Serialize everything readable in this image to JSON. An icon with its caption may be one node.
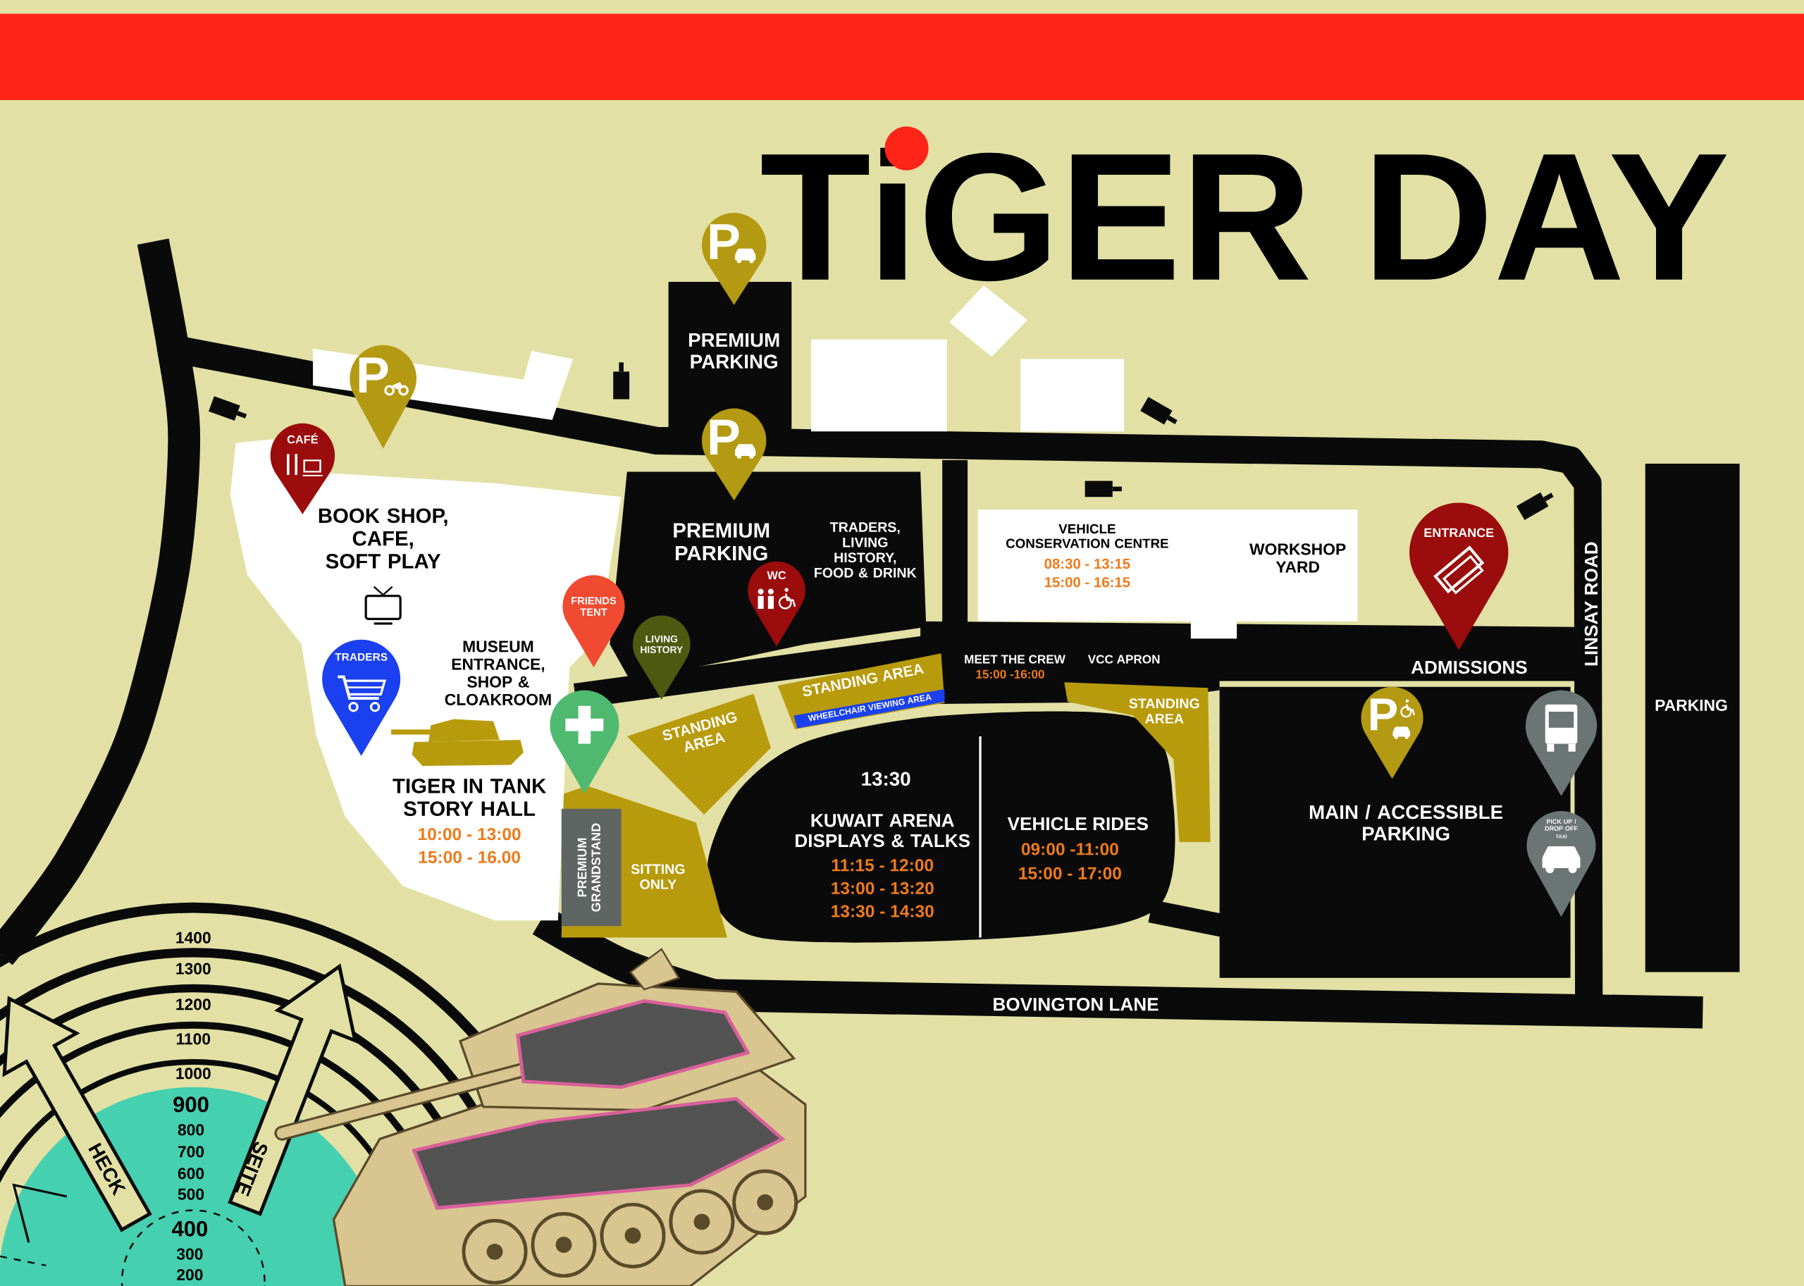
{
  "diagram": {
    "title": "TiGER DAY",
    "nodes": [
      {
        "text": [
          "P"
        ]
      },
      {
        "text": [
          "P"
        ]
      },
      {
        "text": [
          "PREMIUM PARKING"
        ]
      },
      {
        "text": [
          "P"
        ]
      },
      {
        "text": [
          "CAFÉ"
        ]
      },
      {
        "text": [
          "BOOK SHOP, CAFE, SOFT PLAY",
          "MUSEUM ENTRANCE, SHOP & CLOAKROOM",
          "TIGER IN TANK STORY HALL",
          "10:00 - 13:00",
          "15:00 - 16.00"
        ]
      },
      {
        "text": [
          "PREMIUM PARKING",
          "TRADERS, LIVING HISTORY, FOOD & DRINK"
        ]
      },
      {
        "text": [
          "WC"
        ],
        "in": 6
      },
      {
        "text": [
          "VEHICLE CONSERVATION CENTRE",
          "08:30 - 13:15",
          "15:00 - 16:15",
          "WORKSHOP YARD"
        ]
      },
      {
        "text": [
          "ENTRANCE"
        ]
      },
      {
        "text": [
          "FRIENDS TENT"
        ],
        "in": 5
      },
      {
        "text": [
          "LIVING HISTORY"
        ]
      },
      {
        "text": [
          "TRADERS"
        ],
        "in": 5
      },
      {
        "text": [],
        "shape": "pin"
      },
      {
        "text": [
          "STANDING AREA"
        ]
      },
      {
        "text": [
          "STANDING AREA"
        ]
      },
      {
        "text": [
          "WHEELCHAIR VIEWING AREA"
        ],
        "in": 15
      },
      {
        "text": [
          "STANDING AREA"
        ]
      },
      {
        "text": [
          "PREMIUM GRANDSTAND"
        ],
        "in": 19
      },
      {
        "text": [
          "SITTING ONLY"
        ]
      },
      {
        "text": [
          "KUWAIT ARENA DISPLAYS & TALKS",
          "11:15 - 12:00",
          "13:00 - 13:20",
          "13:30 - 14:30",
          "VEHICLE RIDES",
          "09:00 -11:00",
          "15:00 - 17:00"
        ]
      },
      {
        "text": [
          "13:30"
        ],
        "in": 20
      },
      {
        "text": [
          "P"
        ],
        "in": 23
      },
      {
        "text": [
          "MAIN / ACCESSIBLE PARKING"
        ]
      },
      {
        "text": [],
        "shape": "pin"
      },
      {
        "text": [
          "PICK UP / DROP OFF",
          "TAXI"
        ]
      },
      {
        "text": [
          "PARKING"
        ]
      },
      {
        "text": [],
        "shape": "box"
      },
      {
        "text": [],
        "shape": "diamond"
      },
      {
        "text": [],
        "shape": "box"
      },
      {
        "text": [],
        "shape": "box"
      }
    ],
    "labels": [
      "MEET THE CREW",
      "15:00 -16:00",
      "VCC APRON",
      "ADMISSIONS",
      "LINSAY ROAD",
      "BOVINGTON LANE",
      "1400",
      "1300",
      "1200",
      "1100",
      "1000",
      "900",
      "800",
      "700",
      "600",
      "500",
      "400",
      "300",
      "200",
      "HECK",
      "SEITE"
    ]
  }
}
